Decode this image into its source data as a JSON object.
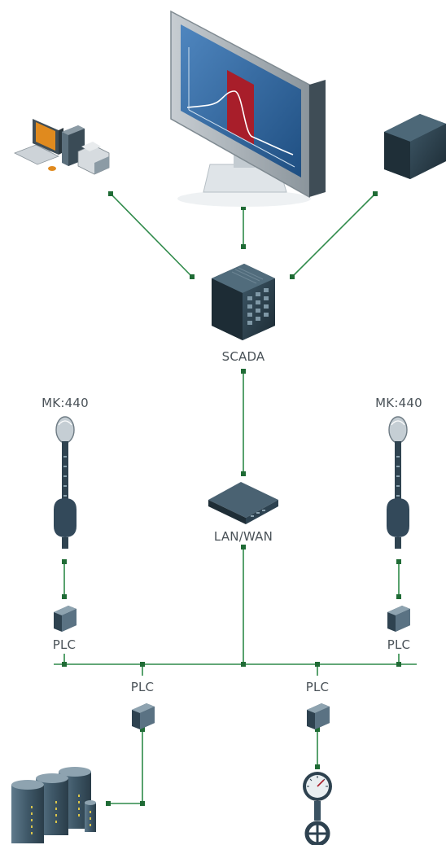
{
  "labels": {
    "scada": "SCADA",
    "lan_wan": "LAN/WAN",
    "mk_left": "MK:440",
    "mk_right": "MK:440",
    "plc_left": "PLC",
    "plc_right": "PLC",
    "plc_mid_left": "PLC",
    "plc_mid_right": "PLC"
  },
  "colors": {
    "link": "#2f8a4a",
    "node": "#1f6b35",
    "device_dark": "#2b3e4a",
    "device_mid": "#4d6878",
    "screen_blue": "#2f5f93",
    "screen_red": "#a81e2a"
  },
  "icons": {
    "monitor": "monitor-icon",
    "workstation": "workstation-icon",
    "server": "server-icon",
    "scada_server": "rack-server-icon",
    "router": "router-icon",
    "antenna": "antenna-icon",
    "plc": "plc-module-icon",
    "tanks": "storage-tanks-icon",
    "valve": "gauge-valve-icon"
  }
}
